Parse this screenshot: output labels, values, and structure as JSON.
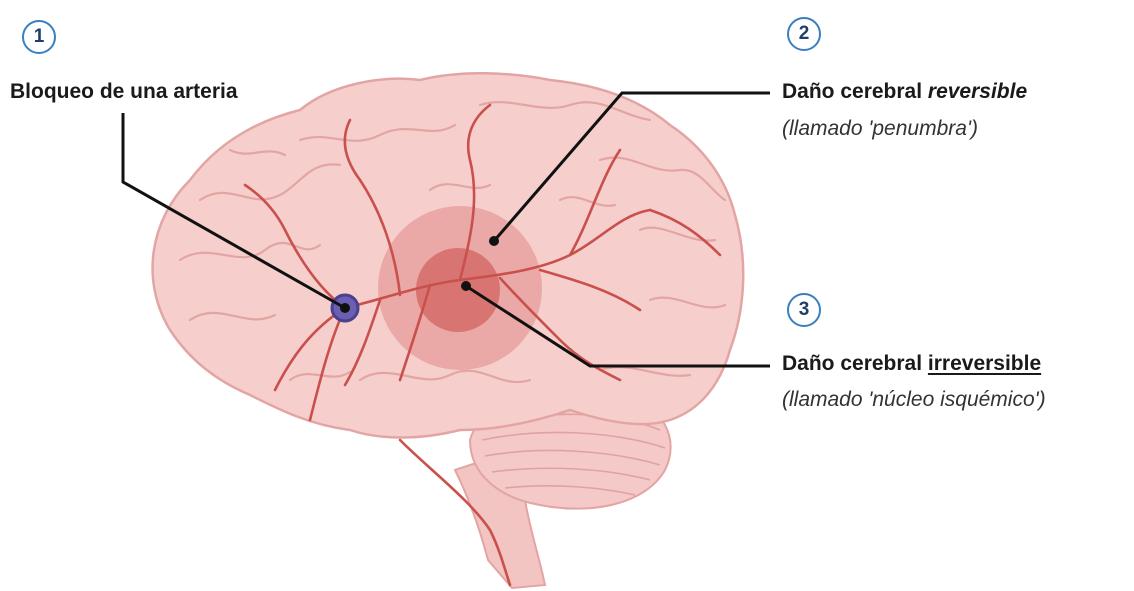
{
  "callouts": [
    {
      "number": "1",
      "title": "Bloqueo de una arteria"
    },
    {
      "number": "2",
      "title_prefix": "Daño cerebral ",
      "title_emphasis": "reversible",
      "subtitle": "(llamado 'penumbra')"
    },
    {
      "number": "3",
      "title_prefix": "Daño cerebral ",
      "title_emphasis": "irreversible",
      "subtitle": "(llamado 'núcleo isquémico')"
    }
  ],
  "colors": {
    "brain_fill": "#f6cfcd",
    "brain_fold": "#e3a5a3",
    "artery": "#c9504c",
    "penumbra": "#d97370",
    "core": "#c84a47",
    "blockage": "#4b3f8f",
    "badge_border": "#3a7fc0",
    "badge_text": "#1f3f68"
  }
}
